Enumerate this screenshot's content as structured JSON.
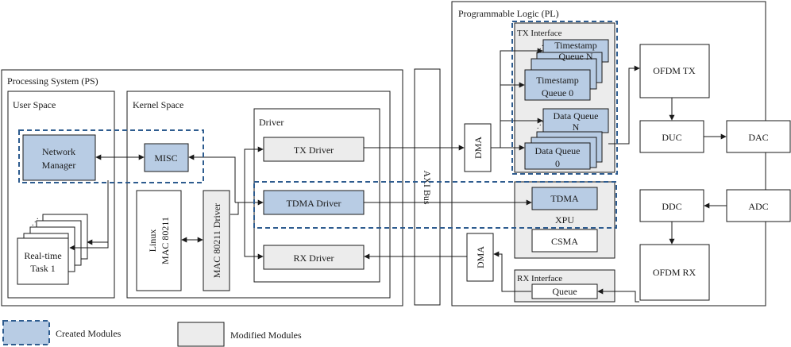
{
  "colors": {
    "created_fill": "#b8cce4",
    "created_border": "#2e5c8f",
    "modified_fill": "#ececec",
    "line": "#1a1a1a"
  },
  "ps": {
    "title": "Processing System (PS)",
    "user_space": "User Space",
    "kernel_space": "Kernel Space",
    "network_manager": [
      "Network",
      "Manager"
    ],
    "misc": "MISC",
    "realtime_task": [
      "Real-time",
      "Task 1"
    ],
    "linux_mac": [
      "Linux",
      "MAC 80211"
    ],
    "mac_driver": "MAC 80211 Driver",
    "driver_group": "Driver",
    "tx_driver": "TX Driver",
    "tdma_driver": "TDMA Driver",
    "rx_driver": "RX Driver"
  },
  "axi_bus": "AXI Bus",
  "pl": {
    "title": "Programmable Logic (PL)",
    "tx_interface": "TX Interface",
    "timestamp_queue_n": [
      "Timestamp",
      "Queue N"
    ],
    "timestamp_queue_0": [
      "Timestamp",
      "Queue 0"
    ],
    "data_queue_n": [
      "Data Queue",
      "N"
    ],
    "data_queue_0": [
      "Data Queue",
      "0"
    ],
    "dma": "DMA",
    "tdma": "TDMA",
    "xpu": "XPU",
    "csma": "CSMA",
    "rx_interface": "RX Interface",
    "queue": "Queue",
    "ofdm_tx": "OFDM TX",
    "duc": "DUC",
    "dac": "DAC",
    "ddc": "DDC",
    "adc": "ADC",
    "ofdm_rx": "OFDM RX"
  },
  "legend": {
    "created": "Created Modules",
    "modified": "Modified Modules"
  }
}
